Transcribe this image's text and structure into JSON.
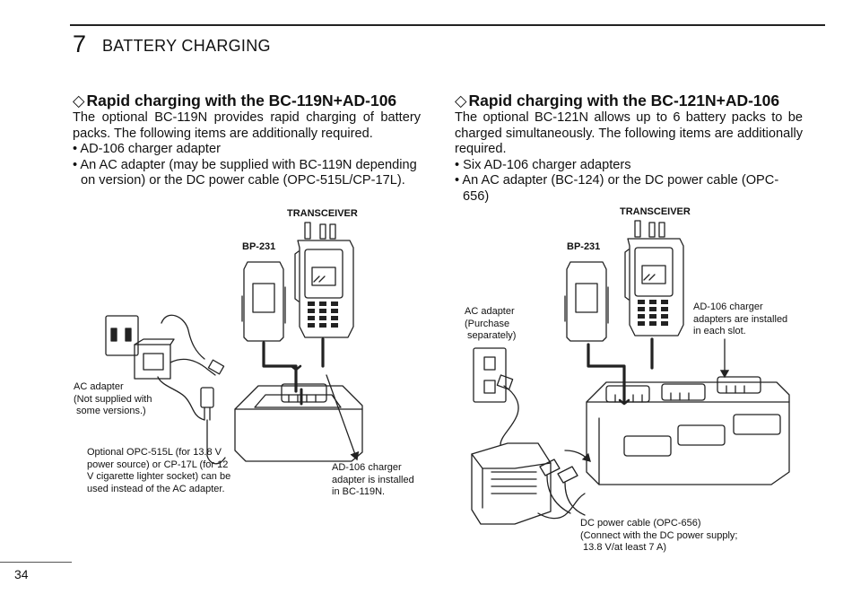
{
  "header": {
    "chapter_number": "7",
    "chapter_title": "BATTERY CHARGING"
  },
  "left": {
    "heading": "Rapid charging with the BC-119N+AD-106",
    "intro": "The optional BC-119N provides rapid charging of battery packs. The following items are additionally required.",
    "bullets": [
      "• AD-106 charger adapter",
      "• An AC adapter (may be supplied with BC-119N depending on version) or the DC power cable (OPC-515L/CP-17L)."
    ],
    "labels": {
      "transceiver": "TRANSCEIVER",
      "battery": "BP-231",
      "ac_adapter": "AC adapter\n(Not supplied with\n some versions.)",
      "optional_cable": "Optional OPC-515L (for 13.8 V\npower source) or CP-17L (for 12\nV cigarette lighter socket) can be\nused instead of the AC adapter.",
      "ad106": "AD-106 charger\nadapter is installed\nin BC-119N."
    }
  },
  "right": {
    "heading": "Rapid charging with the BC-121N+AD-106",
    "intro": "The optional BC-121N allows up to 6 battery packs to be charged simultaneously. The following items are additionally required.",
    "bullets": [
      "• Six AD-106 charger adapters",
      "• An AC adapter (BC-124) or the DC power cable (OPC-656)"
    ],
    "labels": {
      "transceiver": "TRANSCEIVER",
      "battery": "BP-231",
      "ac_adapter": "AC adapter\n(Purchase\n separately)",
      "ad106": "AD-106 charger\nadapters are installed\nin each slot.",
      "dc_cable": "DC power cable (OPC-656)\n(Connect with the DC power supply;\n 13.8 V/at least 7 A)"
    }
  },
  "footer": {
    "page_number": "34"
  },
  "icons": [
    "diamond-icon",
    "transceiver-icon",
    "battery-pack-icon",
    "charger-icon",
    "ac-adapter-icon",
    "wall-outlet-icon",
    "dc-plug-icon",
    "arrow-icon"
  ]
}
